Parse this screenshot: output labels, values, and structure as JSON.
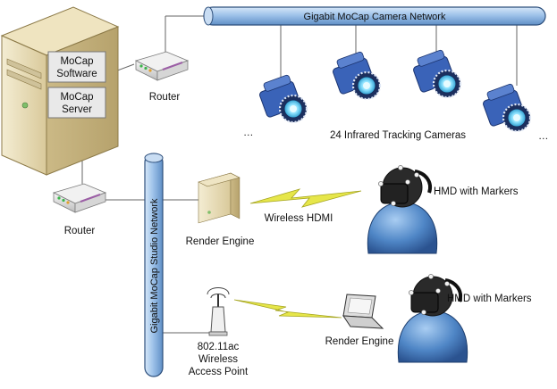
{
  "networks": {
    "camera": "Gigabit MoCap Camera Network",
    "studio": "Gigabit MoCap Studio Network"
  },
  "server": {
    "software": [
      "MoCap",
      "Software"
    ],
    "server": [
      "MoCap",
      "Server"
    ]
  },
  "routers": {
    "top": "Router",
    "left": "Router"
  },
  "cameras": {
    "label": "24 Infrared Tracking Cameras",
    "ellipsis": "…"
  },
  "render_engines": {
    "desktop": "Render Engine",
    "laptop": "Render Engine"
  },
  "wireless_hdmi": "Wireless HDMI",
  "access_point": [
    "802.11ac",
    "Wireless",
    "Access Point"
  ],
  "hmd": {
    "top": "HMD with Markers",
    "bottom": "HMD with Markers"
  },
  "colors": {
    "pipe_fill": "#9fc3ea",
    "pipe_stroke": "#2d4f7c",
    "camera_body": "#3a63b8",
    "lens": "#8fe3ff",
    "head": "#4f86c6",
    "bolt": "#e6e64a",
    "server_body": "#e7dcb6"
  }
}
